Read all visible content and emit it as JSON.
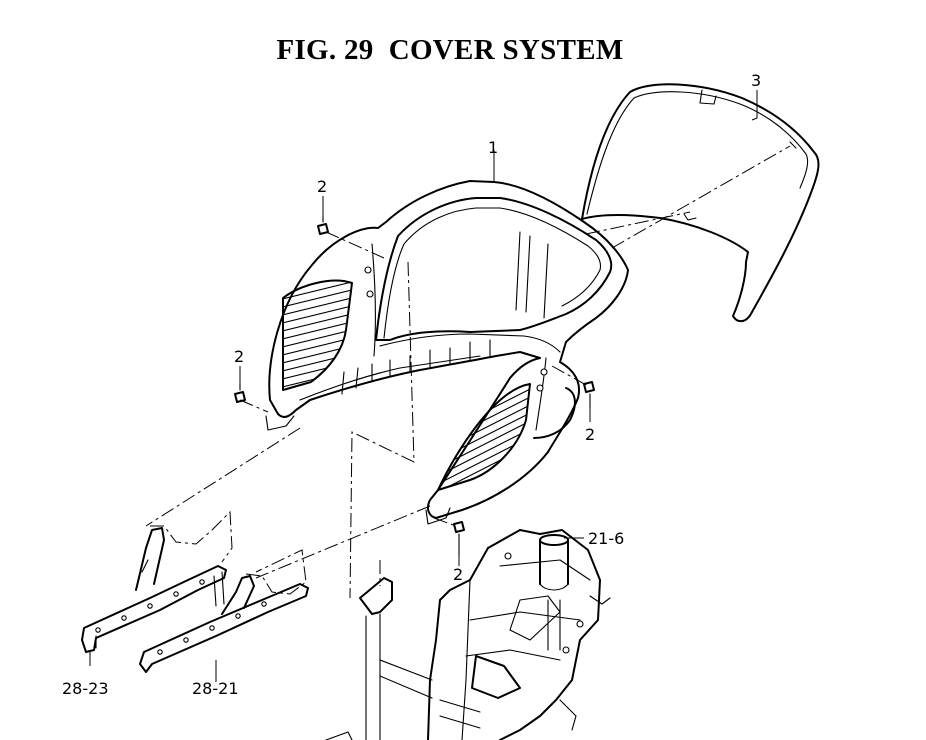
{
  "figure": {
    "title": "FIG. 29  COVER SYSTEM"
  },
  "callouts": {
    "part_1": "1",
    "part_2_top": "2",
    "part_2_left": "2",
    "part_2_right": "2",
    "part_2_bottom": "2",
    "part_3": "3",
    "part_21_6": "21-6",
    "part_28_21": "28-21",
    "part_28_23": "28-23"
  }
}
